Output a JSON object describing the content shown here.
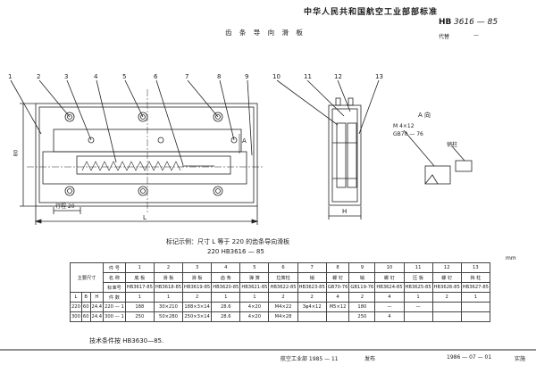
{
  "header": {
    "org": "中华人民共和国航空工业部部标准",
    "std_prefix": "HB",
    "std_number": "3616 — 85",
    "title": "齿 条 导 向 滑 板",
    "replace_label": "代替",
    "replace_value": "—"
  },
  "drawing": {
    "balloons": [
      "1",
      "2",
      "3",
      "4",
      "5",
      "6",
      "7",
      "8",
      "9",
      "10",
      "11",
      "12",
      "13"
    ],
    "view_label": "A 向",
    "side_label": "A",
    "dim_L": "L",
    "dim_H": "H",
    "dim_left": "80",
    "dim_stroke": "行程 20",
    "screw_note_1": "M 4×12",
    "screw_note_2": "GB70 — 76",
    "pin_label": "销柱"
  },
  "marking": {
    "line1": "标记示例：尺寸 L 等于 220 的齿条导向滑板",
    "line2": "220  HB3616 — 85"
  },
  "table": {
    "unit": "mm",
    "row_part_no": [
      "件 号",
      "1",
      "2",
      "3",
      "4",
      "5",
      "6",
      "7",
      "8",
      "9",
      "10",
      "11",
      "12",
      "13"
    ],
    "row_name": [
      "名 称",
      "底 板",
      "滑 板",
      "滑 板",
      "齿 条",
      "弹 簧",
      "拉簧柱",
      "销",
      "螺 钉",
      "销",
      "螺 钉",
      "压 板",
      "螺 钉",
      "挡 柱"
    ],
    "row_std": [
      "标准号",
      "HB3617-85",
      "HB3618-85",
      "HB3619-85",
      "HB3620-85",
      "HB3621-85",
      "HB3622-85",
      "HB3623-85",
      "GB70-76",
      "GB119-76",
      "HB3624-85",
      "HB3625-85",
      "HB3626-85",
      "HB3627-85"
    ],
    "row_qty": [
      "件 数",
      "1",
      "1",
      "2",
      "1",
      "1",
      "2",
      "2",
      "4",
      "2",
      "4",
      "1",
      "2",
      "1"
    ],
    "main_dims_label": "主要尺寸",
    "dim_headers": [
      "L",
      "B",
      "H"
    ],
    "rows": [
      {
        "dims": [
          "220",
          "60",
          "24.4"
        ],
        "cells": [
          "220 — 1",
          "188",
          "30×210",
          "188×3×14",
          "28.6",
          "4×20",
          "M4×22",
          "3φ4×12",
          "M5×12",
          "180",
          "—",
          "—"
        ]
      },
      {
        "dims": [
          "300",
          "60",
          "24.4"
        ],
        "cells": [
          "300 — 1",
          "250",
          "50×280",
          "250×3×14",
          "28.6",
          "4×20",
          "M4×28",
          "",
          "",
          "250",
          "4",
          ""
        ]
      }
    ]
  },
  "tech_note": "技术条件按 HB3630—85.",
  "footer": {
    "issuer": "航空工业部 1985 — 11",
    "issue": "发布",
    "date": "1986 — 07 — 01",
    "impl": "实施"
  }
}
